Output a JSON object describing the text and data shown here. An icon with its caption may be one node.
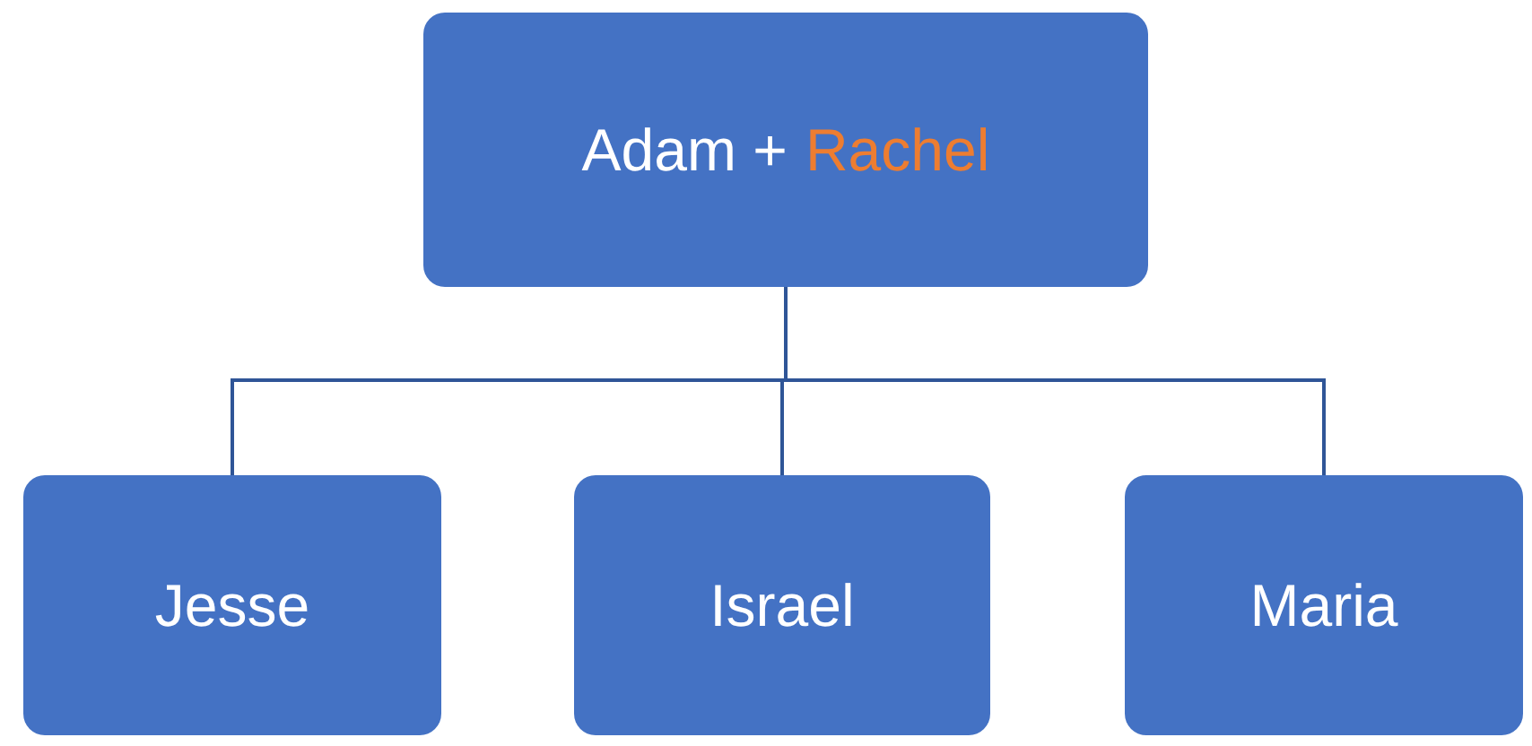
{
  "diagram": {
    "nodes": [
      {
        "text": [
          "Adam +",
          "Rachel"
        ]
      },
      {
        "text": [
          "Jesse"
        ]
      },
      {
        "text": [
          "Israel"
        ]
      },
      {
        "text": [
          "Maria"
        ]
      }
    ],
    "edges": [
      {
        "from": 0,
        "to": 1,
        "arrow": "none"
      },
      {
        "from": 0,
        "to": 2,
        "arrow": "none"
      },
      {
        "from": 0,
        "to": 3,
        "arrow": "none"
      }
    ]
  }
}
